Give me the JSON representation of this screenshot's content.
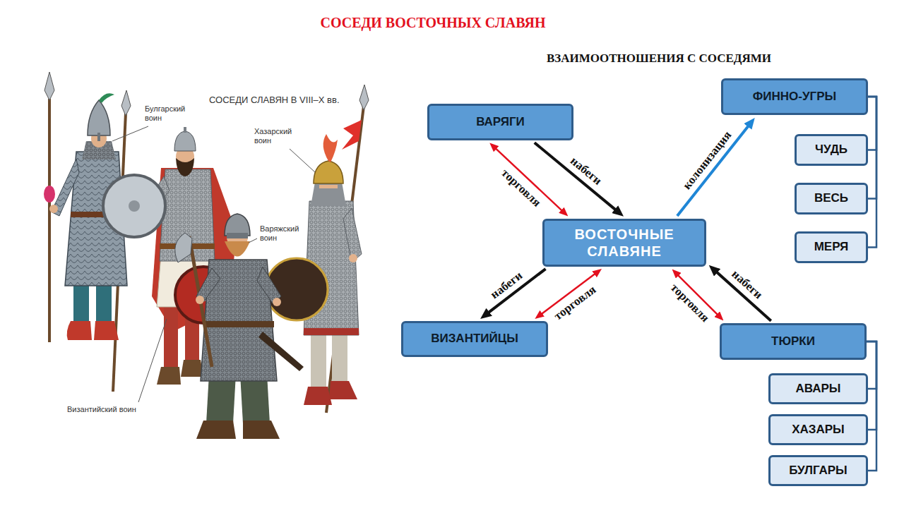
{
  "diagram": {
    "title": "СОСЕДИ ВОСТОЧНЫХ СЛАВЯН",
    "nodes": [
      {
        "text": [
          "ВАРЯГИ"
        ]
      },
      {
        "text": [
          "ФИННО-УГРЫ"
        ]
      },
      {
        "text": [
          "ЧУДЬ"
        ]
      },
      {
        "text": [
          "ВЕСЬ"
        ]
      },
      {
        "text": [
          "МЕРЯ"
        ]
      },
      {
        "text": [
          "ВОСТОЧНЫЕ СЛАВЯНЕ"
        ]
      },
      {
        "text": [
          "ВИЗАНТИЙЦЫ"
        ]
      },
      {
        "text": [
          "ТЮРКИ"
        ]
      },
      {
        "text": [
          "АВАРЫ"
        ]
      },
      {
        "text": [
          "ХАЗАРЫ"
        ]
      },
      {
        "text": [
          "БУЛГАРЫ"
        ]
      }
    ],
    "edges": [
      {
        "from": 0,
        "to": 5,
        "arrow": "to",
        "label": "набеги"
      },
      {
        "from": 0,
        "to": 5,
        "arrow": "both",
        "label": "торговля"
      },
      {
        "from": 5,
        "to": 1,
        "arrow": "to",
        "label": "колонизация"
      },
      {
        "from": 1,
        "to": 2,
        "arrow": "none"
      },
      {
        "from": 1,
        "to": 3,
        "arrow": "none"
      },
      {
        "from": 1,
        "to": 4,
        "arrow": "none"
      },
      {
        "from": 5,
        "to": 6,
        "arrow": "to",
        "label": "набеги"
      },
      {
        "from": 5,
        "to": 6,
        "arrow": "both",
        "label": "торговля"
      },
      {
        "from": 7,
        "to": 5,
        "arrow": "to",
        "label": "набеги"
      },
      {
        "from": 5,
        "to": 7,
        "arrow": "both",
        "label": "торговля"
      },
      {
        "from": 7,
        "to": 8,
        "arrow": "none"
      },
      {
        "from": 7,
        "to": 9,
        "arrow": "none"
      },
      {
        "from": 7,
        "to": 10,
        "arrow": "none"
      }
    ],
    "labels": [
      "ВЗАИМООТНОШЕНИЯ С СОСЕДЯМИ",
      "СОСЕДИ СЛАВЯН В VIII–X вв.",
      "Булгарский воин",
      "Хазарский воин",
      "Варяжский воин",
      "Византийский воин"
    ]
  }
}
